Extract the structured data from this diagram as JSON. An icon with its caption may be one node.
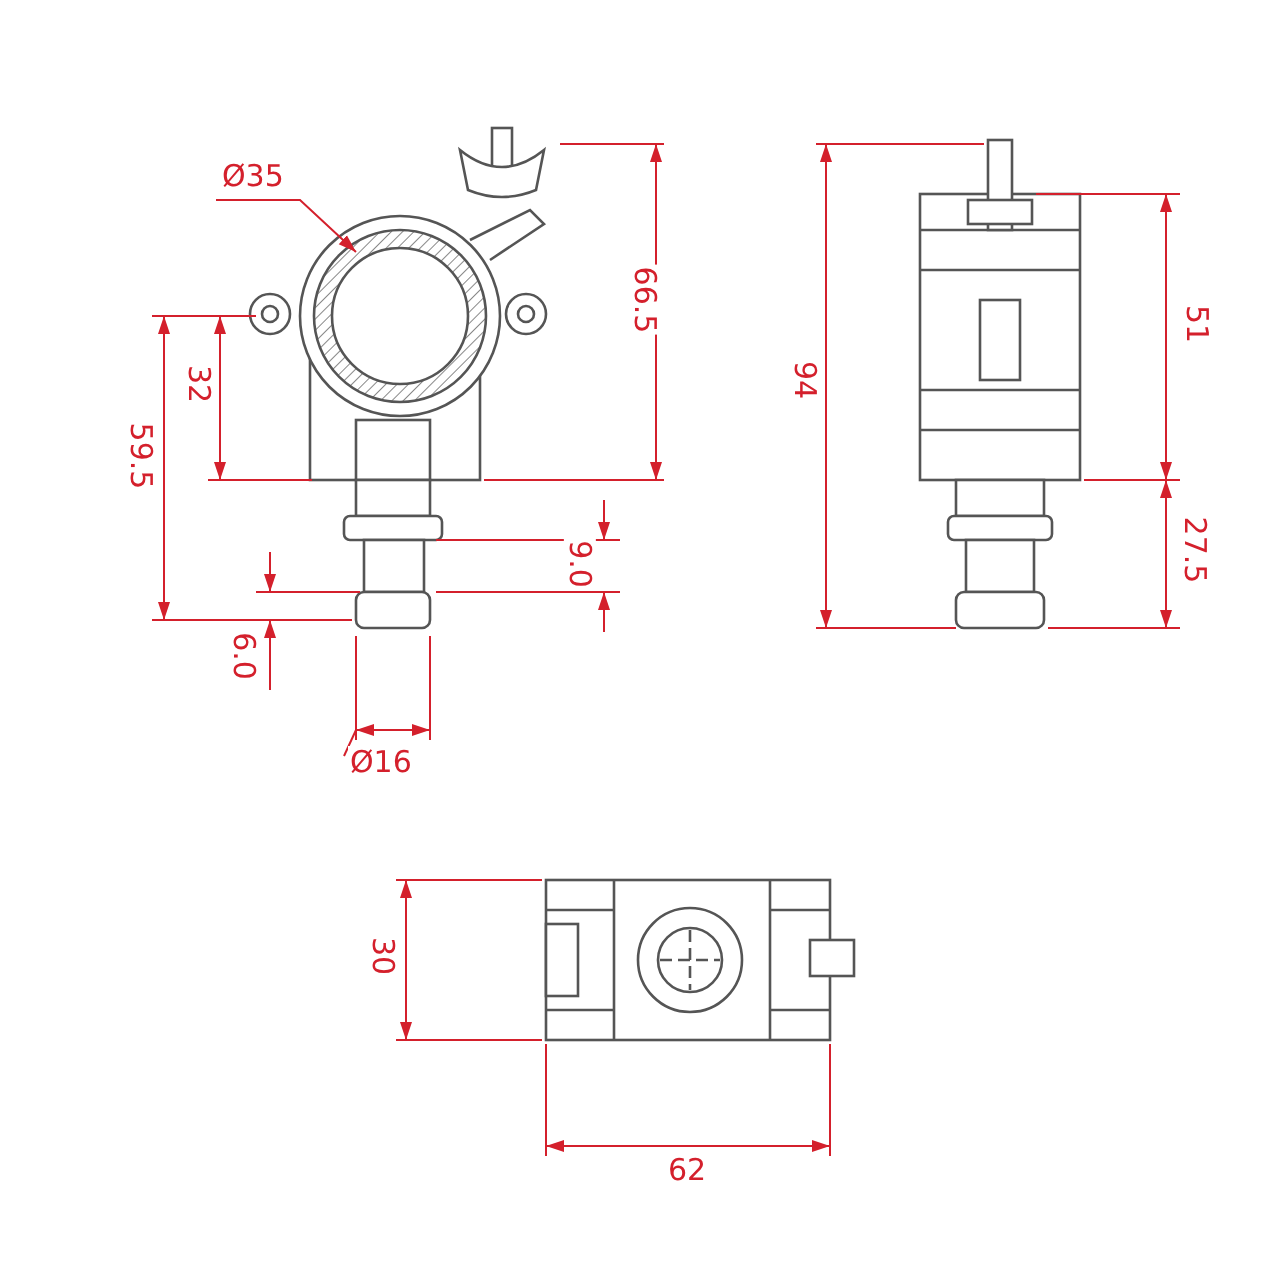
{
  "diagram": {
    "labels": [
      "Ø35",
      "66.5",
      "51",
      "94",
      "32",
      "59.5",
      "9.0",
      "27.5",
      "6.0",
      "Ø16",
      "30",
      "62"
    ]
  }
}
